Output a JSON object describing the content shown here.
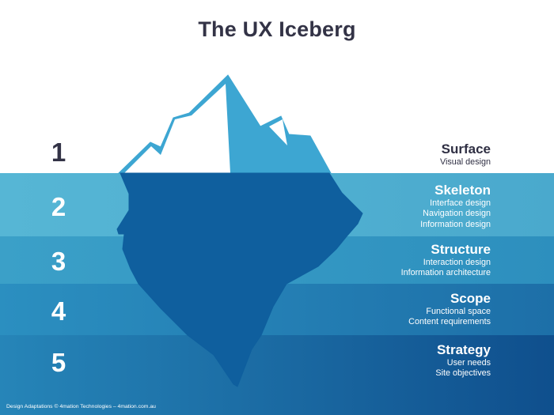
{
  "diagram": {
    "title": "The UX Iceberg",
    "layers": [
      {
        "number": "1",
        "title": "Surface",
        "details": [
          "Visual design"
        ]
      },
      {
        "number": "2",
        "title": "Skeleton",
        "details": [
          "Interface design",
          "Navigation design",
          "Information design"
        ]
      },
      {
        "number": "3",
        "title": "Structure",
        "details": [
          "Interaction design",
          "Information architecture"
        ]
      },
      {
        "number": "4",
        "title": "Scope",
        "details": [
          "Functional space",
          "Content requirements"
        ]
      },
      {
        "number": "5",
        "title": "Strategy",
        "details": [
          "User needs",
          "Site objectives"
        ]
      }
    ],
    "footer": "Design Adaptations © 4mation Technologies – 4mation.com.au"
  },
  "colors": {
    "title_text": "#333346",
    "surface_text": "#2f2f43",
    "iceberg_light": "#3aa5d2",
    "iceberg_dark": "#0f5f9e",
    "water_light": "#56b6d5",
    "water_dark": "#0f4f8d"
  }
}
